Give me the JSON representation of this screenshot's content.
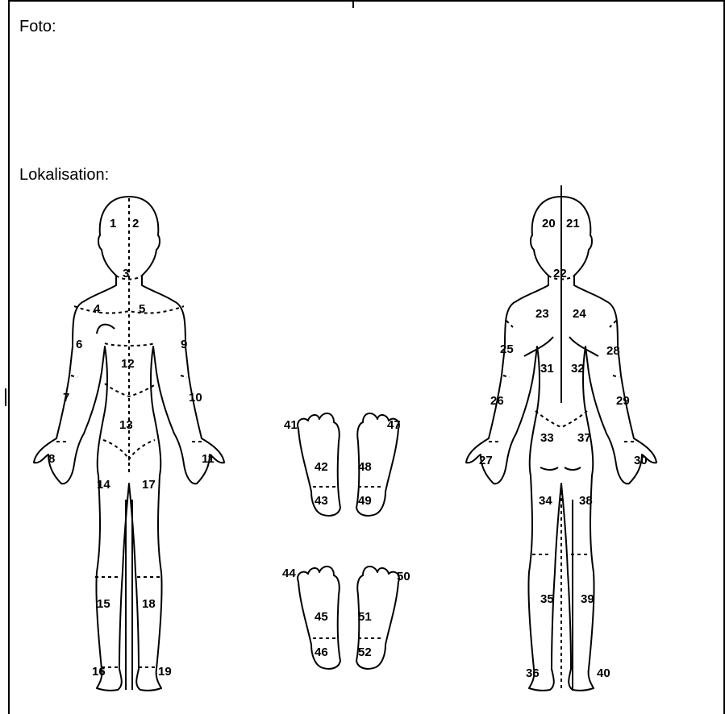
{
  "labels": {
    "foto": "Foto:",
    "lokalisation": "Lokalisation:"
  },
  "regions": {
    "front": [
      "1",
      "2",
      "3",
      "4",
      "5",
      "6",
      "7",
      "8",
      "9",
      "10",
      "11",
      "12",
      "13",
      "14",
      "15",
      "16",
      "17",
      "18",
      "19"
    ],
    "back": [
      "20",
      "21",
      "22",
      "23",
      "24",
      "25",
      "26",
      "27",
      "28",
      "29",
      "30",
      "31",
      "32",
      "33",
      "34",
      "35",
      "36",
      "37",
      "38",
      "39",
      "40"
    ],
    "feet": [
      "41",
      "42",
      "43",
      "44",
      "45",
      "46",
      "47",
      "48",
      "49",
      "50",
      "51",
      "52"
    ]
  }
}
